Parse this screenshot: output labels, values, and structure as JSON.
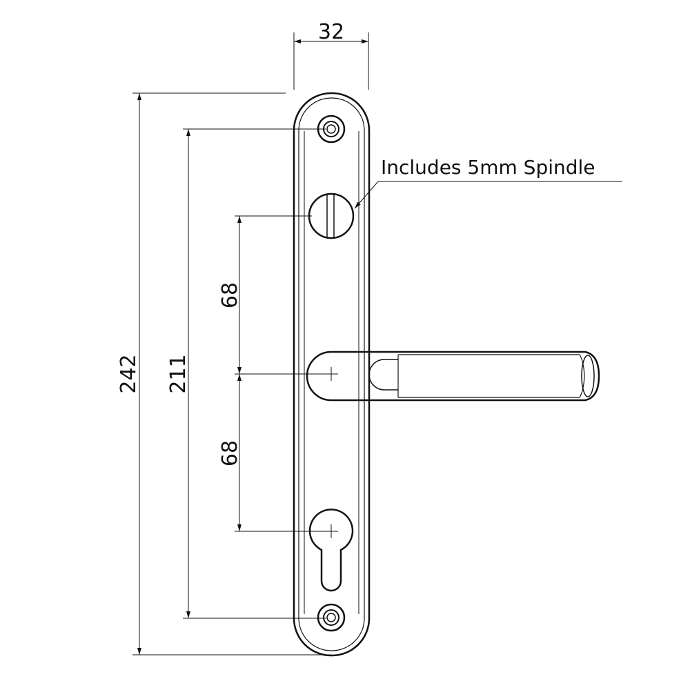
{
  "dimensions": {
    "width_label": "32",
    "overall_height_label": "242",
    "fixing_centres_label": "211",
    "upper_centres_label": "68",
    "lower_centres_label": "68"
  },
  "annotation": {
    "spindle_note": "Includes 5mm Spindle"
  },
  "colors": {
    "line": "#111111",
    "background": "#ffffff"
  }
}
